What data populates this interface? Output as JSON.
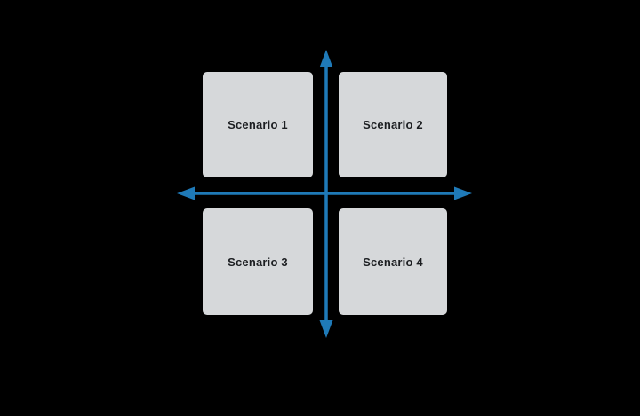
{
  "diagram": {
    "type": "quadrant-matrix",
    "quadrants": [
      {
        "label": "Scenario 1",
        "position": "top-left"
      },
      {
        "label": "Scenario 2",
        "position": "top-right"
      },
      {
        "label": "Scenario 3",
        "position": "bottom-left"
      },
      {
        "label": "Scenario 4",
        "position": "bottom-right"
      }
    ],
    "axes": {
      "vertical": "double-headed-arrow",
      "horizontal": "double-headed-arrow"
    }
  },
  "colors": {
    "background": "#000000",
    "box_fill": "#d6d8da",
    "box_text": "#1c1e21",
    "arrow": "#1f7ab8"
  }
}
